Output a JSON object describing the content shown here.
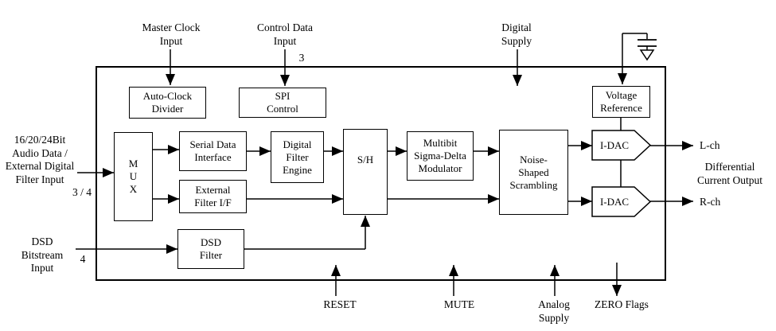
{
  "colors": {
    "line": "#000000",
    "background": "#ffffff",
    "text": "#000000"
  },
  "external_inputs": {
    "master_clock": {
      "lines": [
        "Master Clock",
        "Input"
      ]
    },
    "control_data": {
      "lines": [
        "Control Data",
        "Input"
      ],
      "bus_width": "3"
    },
    "digital_supply": {
      "lines": [
        "Digital",
        "Supply"
      ]
    },
    "audio_data": {
      "lines": [
        "16/20/24Bit",
        "Audio Data /",
        "External Digital",
        "Filter Input"
      ],
      "bus_width": "3 / 4"
    },
    "dsd_bitstream": {
      "lines": [
        "DSD",
        "Bitstream",
        "Input"
      ],
      "bus_width": "4"
    },
    "reset": {
      "label": "RESET"
    },
    "mute": {
      "label": "MUTE"
    },
    "analog_supply": {
      "lines": [
        "Analog",
        "Supply"
      ]
    }
  },
  "outputs": {
    "l_ch": {
      "label": "L-ch"
    },
    "r_ch": {
      "label": "R-ch"
    },
    "description": {
      "lines": [
        "Differential",
        "Current Output"
      ]
    },
    "zero_flags": {
      "label": "ZERO Flags"
    }
  },
  "blocks": {
    "auto_clock_divider": {
      "lines": [
        "Auto-Clock",
        "Divider"
      ]
    },
    "spi_control": {
      "lines": [
        "SPI",
        "Control"
      ]
    },
    "mux": {
      "lines": [
        "M",
        "U",
        "X"
      ]
    },
    "serial_data_interface": {
      "lines": [
        "Serial Data",
        "Interface"
      ]
    },
    "external_filter_if": {
      "lines": [
        "External",
        "Filter I/F"
      ]
    },
    "dsd_filter": {
      "lines": [
        "DSD",
        "Filter"
      ]
    },
    "digital_filter_engine": {
      "lines": [
        "Digital",
        "Filter",
        "Engine"
      ]
    },
    "sample_hold": {
      "label": "S/H"
    },
    "multibit_sigma_delta_modulator": {
      "lines": [
        "Multibit",
        "Sigma-Delta",
        "Modulator"
      ]
    },
    "noise_shaped_scrambling": {
      "lines": [
        "Noise-",
        "Shaped",
        "Scrambling"
      ]
    },
    "voltage_reference": {
      "lines": [
        "Voltage",
        "Reference"
      ]
    },
    "idac_l": {
      "label": "I-DAC"
    },
    "idac_r": {
      "label": "I-DAC"
    }
  },
  "icons": {
    "capacitor": "capacitor-symbol",
    "ground": "ground-symbol"
  }
}
